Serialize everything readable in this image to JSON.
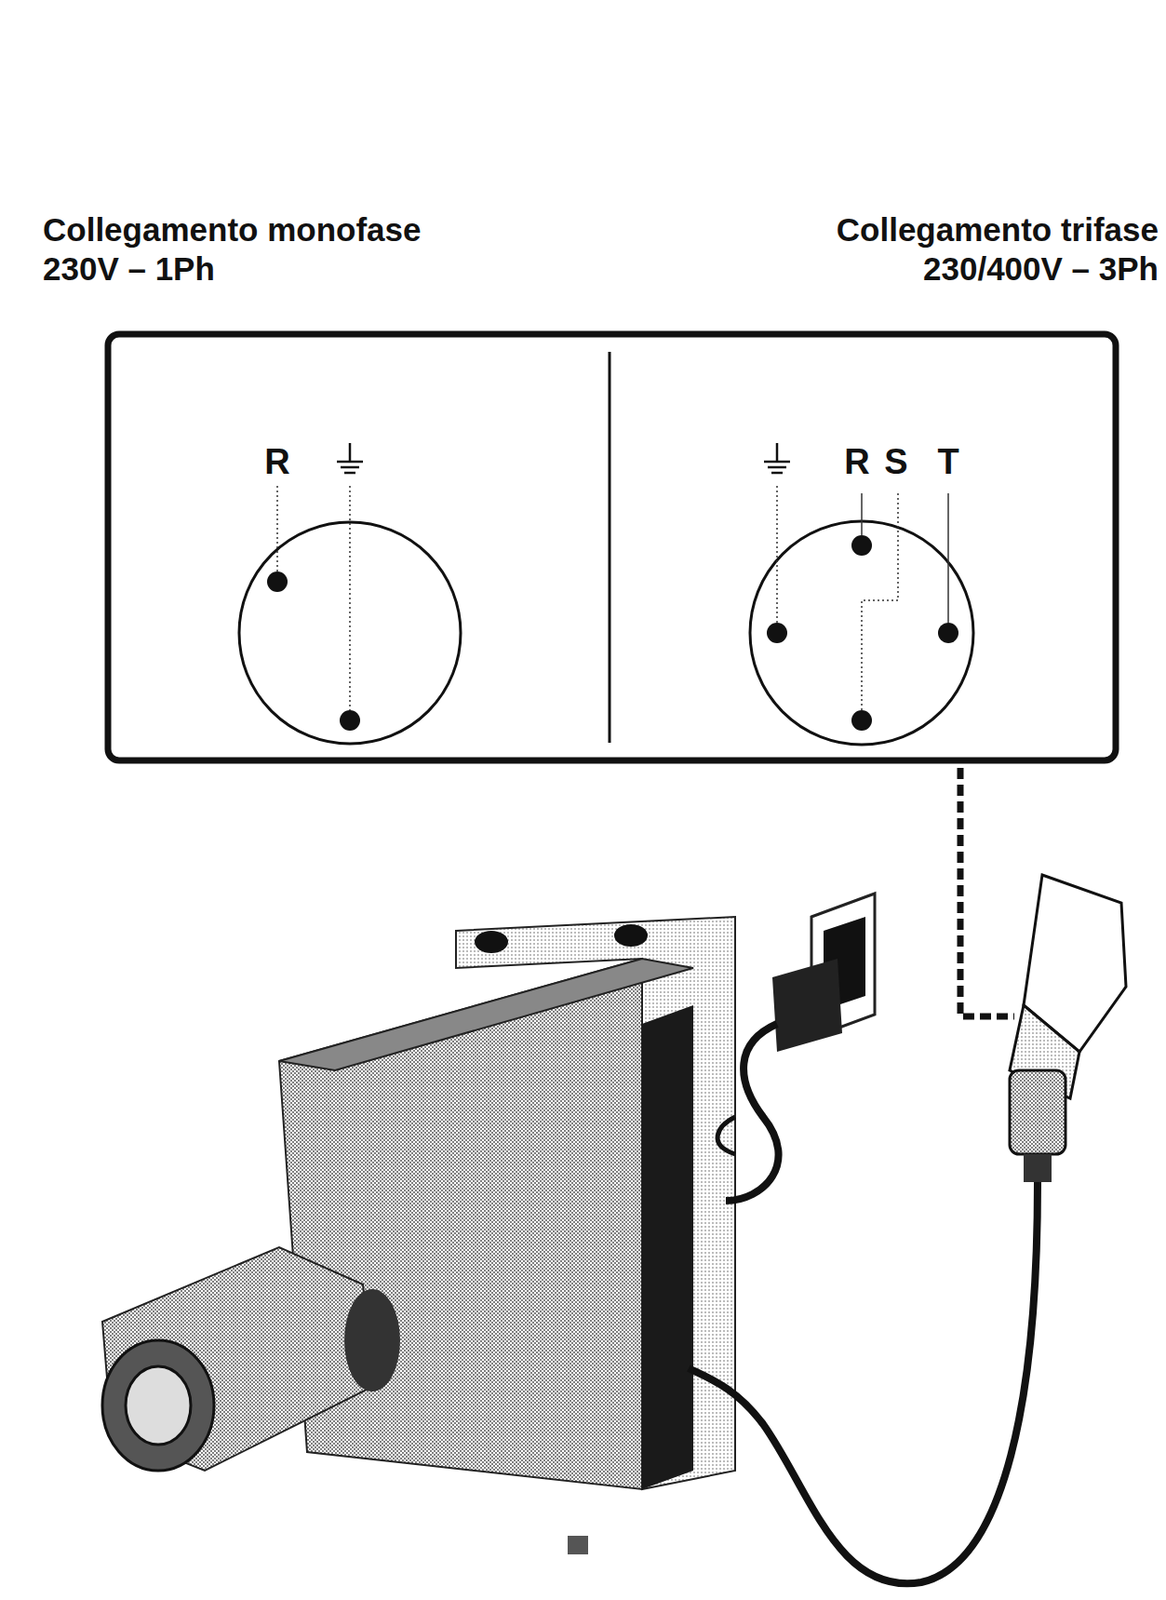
{
  "diagram": {
    "labels": [
      "Collegamento monofase",
      "230V – 1Ph",
      "Collegamento trifase",
      "230/400V – 3Ph",
      "R",
      "R",
      "S",
      "T"
    ]
  }
}
